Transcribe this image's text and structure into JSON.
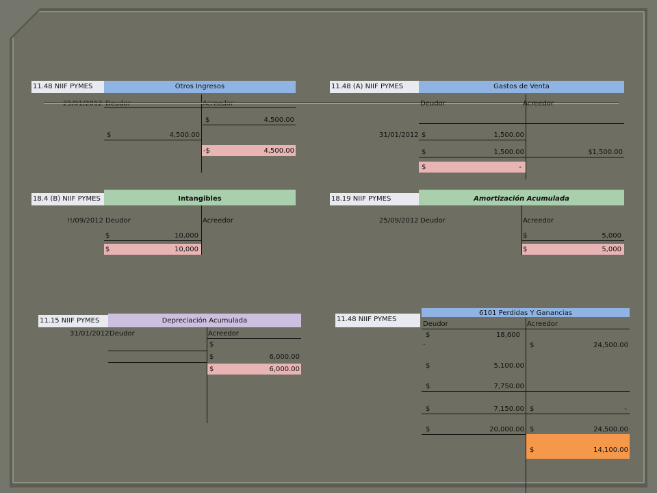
{
  "t1": {
    "code": "11.48 NIIF PYMES",
    "name": "Otros Ingresos",
    "date": "25/01/2012",
    "debit": "Deudor",
    "credit": "Acreedor",
    "r1_cur": "$",
    "r1_amt": "4,500.00",
    "r2_cur": "$",
    "r2_amt": "4,500.00",
    "bal_cur": "-$",
    "bal_amt": "4,500.00"
  },
  "t2": {
    "code": "11.48 (A) NIIF PYMES",
    "name": "Gastos de Venta",
    "debit": "Deudor",
    "credit": "Acreedor",
    "date": "31/01/2012",
    "r1_cur": "$",
    "r1_amt": "1,500.00",
    "sum_cur": "$",
    "sum_amt": "1,500.00",
    "sum_credit": "$1,500.00",
    "bal_cur": "$",
    "bal_amt": "-"
  },
  "t3": {
    "code": "18.4 (B) NIIF PYMES",
    "name": "Intangibles",
    "date": "!!/09/2012",
    "debit": "Deudor",
    "credit": "Acreedor",
    "r1_cur": "$",
    "r1_amt": "10,000",
    "bal_cur": "$",
    "bal_amt": "10,000"
  },
  "t4": {
    "code": "18.19 NIIF PYMES",
    "name": "Amortización  Acumulada",
    "date": "25/09/2012",
    "debit": "Deudor",
    "credit": "Acreedor",
    "r1_cur": "$",
    "r1_amt": "5,000",
    "bal_cur": "$",
    "bal_amt": "5,000"
  },
  "t5": {
    "code": "11.15 NIIF PYMES",
    "name": "Depreciación  Acumulada",
    "date": "31/01/2012",
    "debit": "Deudor",
    "credit": "Acreedor",
    "r1_cur": "$",
    "r2_cur": "$",
    "r2_amt": "6,000.00",
    "bal_cur": "$",
    "bal_amt": "6,000.00"
  },
  "t6": {
    "code": "11.48 NIIF PYMES",
    "name": "6101  Perdidas Y Ganancias",
    "debit": "Deudor",
    "credit": "Acreedor",
    "d1_cur": "$",
    "d1_amt": "18,600",
    "d1_dash": "-",
    "c1_cur": "$",
    "c1_amt": "24,500.00",
    "d2_cur": "$",
    "d2_amt": "5,100.00",
    "d3_cur": "$",
    "d3_amt": "7,750.00",
    "d4_cur": "$",
    "d4_amt": "7,150.00",
    "c4_cur": "$",
    "c4_amt": "-",
    "d5_cur": "$",
    "d5_amt": "20,000.00",
    "c5_cur": "$",
    "c5_amt": "24,500.00",
    "bal_cur": "$",
    "bal_amt": "14,100.00"
  }
}
